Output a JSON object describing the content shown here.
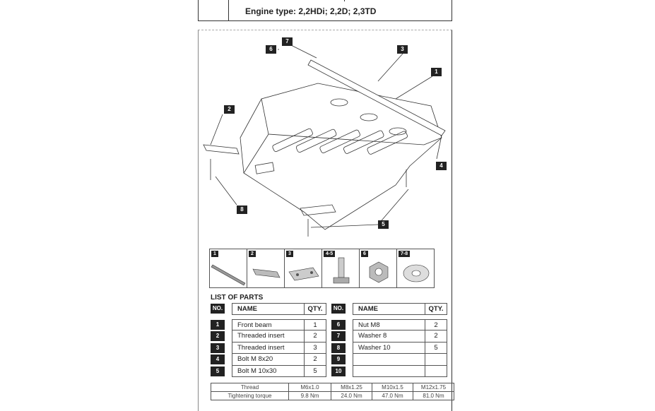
{
  "header": {
    "engine_type": "Engine type:  2,2HDi; 2,2D; 2,3TD"
  },
  "callouts": [
    "1",
    "2",
    "3",
    "4",
    "5",
    "6",
    "7",
    "8"
  ],
  "part_icons": [
    {
      "label": "1",
      "icon": "beam-icon"
    },
    {
      "label": "2",
      "icon": "plate-icon"
    },
    {
      "label": "3",
      "icon": "plate-holes-icon"
    },
    {
      "label": "4-5",
      "icon": "bolt-icon"
    },
    {
      "label": "6",
      "icon": "nut-icon"
    },
    {
      "label": "7-8",
      "icon": "washer-icon"
    }
  ],
  "parts": {
    "title": "LIST OF PARTS",
    "headers": {
      "no": "NO.",
      "name": "NAME",
      "qty": "QTY."
    },
    "left": [
      {
        "no": "1",
        "name": "Front beam",
        "qty": "1"
      },
      {
        "no": "2",
        "name": "Threaded insert",
        "qty": "2"
      },
      {
        "no": "3",
        "name": "Threaded insert",
        "qty": "3"
      },
      {
        "no": "4",
        "name": "Bolt M 8x20",
        "qty": "2"
      },
      {
        "no": "5",
        "name": "Bolt M 10x30",
        "qty": "5"
      }
    ],
    "right": [
      {
        "no": "6",
        "name": "Nut M8",
        "qty": "2"
      },
      {
        "no": "7",
        "name": "Washer 8",
        "qty": "2"
      },
      {
        "no": "8",
        "name": "Washer 10",
        "qty": "5"
      },
      {
        "no": "9",
        "name": "",
        "qty": ""
      },
      {
        "no": "10",
        "name": "",
        "qty": ""
      }
    ]
  },
  "torque": {
    "row1_label": "Thread",
    "threads": [
      "M6x1.0",
      "M8x1.25",
      "M10x1.5",
      "M12x1.75"
    ],
    "row2_label": "Tightening torque",
    "values": [
      "9.8 Nm",
      "24.0 Nm",
      "47.0 Nm",
      "81.0 Nm"
    ]
  }
}
